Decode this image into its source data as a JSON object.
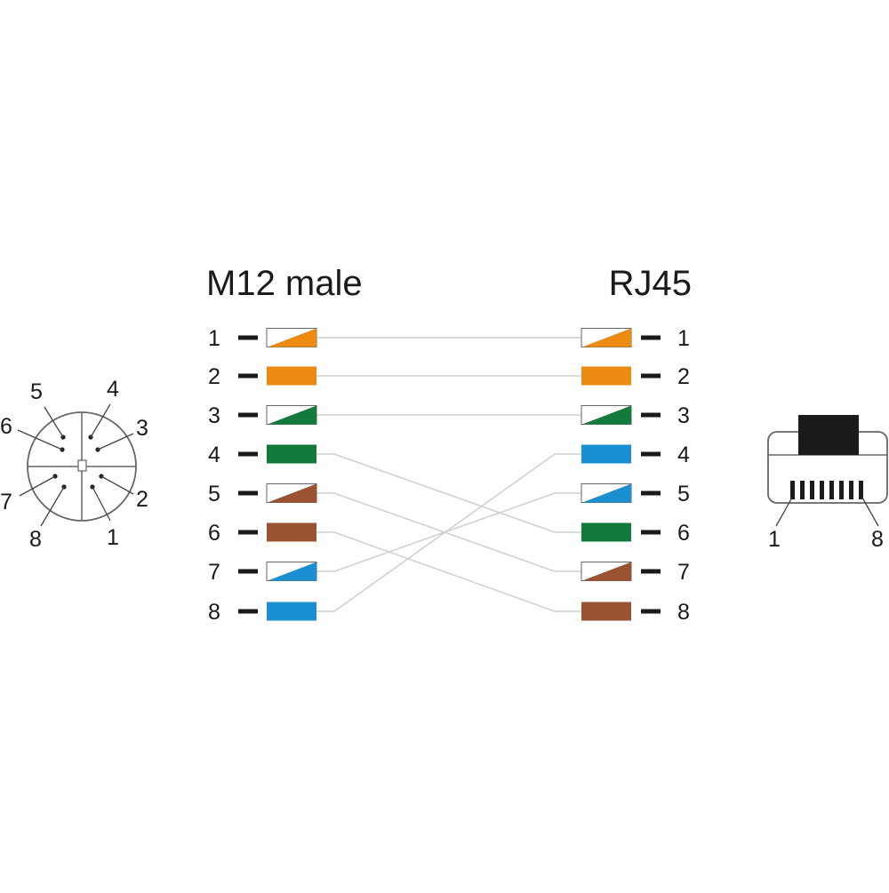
{
  "left_connector": {
    "title": "M12 male",
    "pins": [
      {
        "num": "1",
        "color": "#ec8a12",
        "style": "stripe"
      },
      {
        "num": "2",
        "color": "#ec8a12",
        "style": "solid"
      },
      {
        "num": "3",
        "color": "#127a3a",
        "style": "stripe"
      },
      {
        "num": "4",
        "color": "#127a3a",
        "style": "solid"
      },
      {
        "num": "5",
        "color": "#9a5230",
        "style": "stripe"
      },
      {
        "num": "6",
        "color": "#9a5230",
        "style": "solid"
      },
      {
        "num": "7",
        "color": "#1a8fd2",
        "style": "stripe"
      },
      {
        "num": "8",
        "color": "#1a8fd2",
        "style": "solid"
      }
    ]
  },
  "right_connector": {
    "title": "RJ45",
    "pins": [
      {
        "num": "1",
        "color": "#ec8a12",
        "style": "stripe"
      },
      {
        "num": "2",
        "color": "#ec8a12",
        "style": "solid"
      },
      {
        "num": "3",
        "color": "#127a3a",
        "style": "stripe"
      },
      {
        "num": "4",
        "color": "#1a8fd2",
        "style": "solid"
      },
      {
        "num": "5",
        "color": "#1a8fd2",
        "style": "stripe"
      },
      {
        "num": "6",
        "color": "#127a3a",
        "style": "solid"
      },
      {
        "num": "7",
        "color": "#9a5230",
        "style": "stripe"
      },
      {
        "num": "8",
        "color": "#9a5230",
        "style": "solid"
      }
    ]
  },
  "wiring": [
    [
      1,
      1
    ],
    [
      2,
      2
    ],
    [
      3,
      3
    ],
    [
      4,
      6
    ],
    [
      5,
      7
    ],
    [
      6,
      8
    ],
    [
      7,
      5
    ],
    [
      8,
      4
    ]
  ],
  "m12_face": {
    "pin_labels": [
      "5",
      "4",
      "6",
      "3",
      "7",
      "2",
      "8",
      "1"
    ]
  },
  "rj45_face": {
    "pin_labels": [
      "1",
      "8"
    ]
  },
  "colors": {
    "wire": "#cfcfcf",
    "outline": "#666666",
    "text": "#1a1a1a",
    "plug_latch": "#1b1b1b"
  }
}
